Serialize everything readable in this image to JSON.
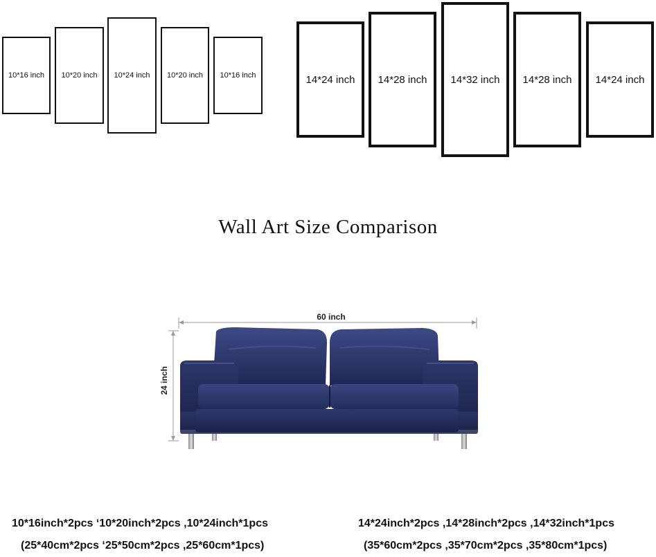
{
  "small_set": {
    "panels": [
      "10*16 inch",
      "10*20 inch",
      "10*24 inch",
      "10*20 inch",
      "10*16 inch"
    ]
  },
  "large_set": {
    "panels": [
      "14*24 inch",
      "14*28 inch",
      "14*32 inch",
      "14*28 inch",
      "14*24 inch"
    ]
  },
  "title": "Wall Art Size Comparison",
  "sofa": {
    "width_label": "60 inch",
    "height_label": "24 inch",
    "color": "#2b3566"
  },
  "specs": {
    "small_line1": "10*16inch*2pcs   ‘10*20inch*2pcs ,10*24inch*1pcs",
    "small_line2": "(25*40cm*2pcs   ‘25*50cm*2pcs ,25*60cm*1pcs)",
    "large_line1": "14*24inch*2pcs ,14*28inch*2pcs ,14*32inch*1pcs",
    "large_line2": "(35*60cm*2pcs ,35*70cm*2pcs ,35*80cm*1pcs)"
  }
}
